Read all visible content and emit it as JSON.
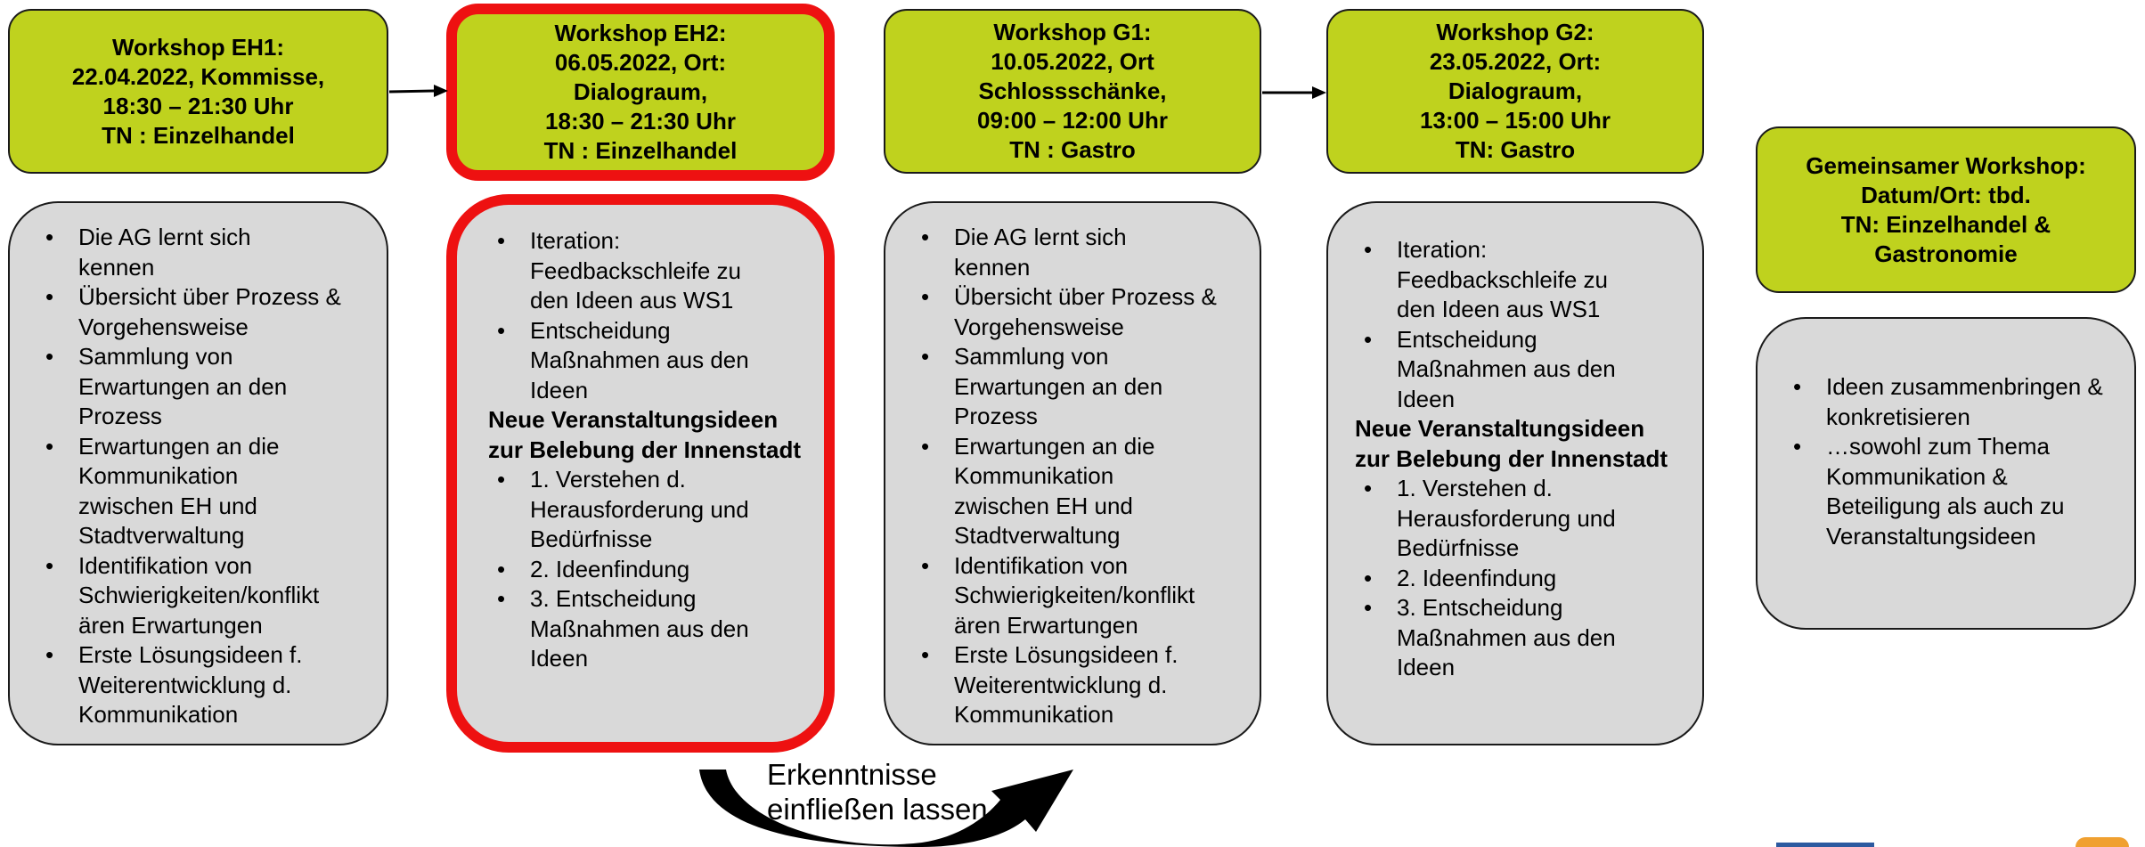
{
  "workshops": [
    {
      "title": "Workshop EH1:\n22.04.2022, Kommisse,\n18:30 – 21:30 Uhr\nTN : Einzelhandel",
      "list1": [
        "Die AG lernt sich kennen",
        "Übersicht über Prozess & Vorgehensweise",
        "Sammlung von Erwartungen an den Prozess",
        "Erwartungen an die Kommunikation zwischen EH und Stadtverwaltung",
        "Identifikation von Schwierigkeiten/konflikt ären Erwartungen",
        "Erste Lösungsideen f. Weiterentwicklung d. Kommunikation"
      ],
      "bold": "",
      "list2": []
    },
    {
      "title": "Workshop EH2:\n06.05.2022, Ort:\nDialograum,\n18:30 – 21:30 Uhr\nTN : Einzelhandel",
      "list1": [
        "Iteration: Feedbackschleife zu den Ideen aus WS1",
        "Entscheidung Maßnahmen aus den Ideen"
      ],
      "bold": "Neue Veranstaltungsideen zur Belebung der Innenstadt",
      "list2": [
        "1. Verstehen d. Herausforderung und Bedürfnisse",
        "2. Ideenfindung",
        "3. Entscheidung Maßnahmen aus den Ideen"
      ]
    },
    {
      "title": "Workshop G1:\n10.05.2022, Ort\nSchlossschänke,\n09:00 – 12:00 Uhr\nTN : Gastro",
      "list1": [
        "Die AG lernt sich kennen",
        "Übersicht über Prozess & Vorgehensweise",
        "Sammlung von Erwartungen an den Prozess",
        "Erwartungen an die Kommunikation zwischen EH und Stadtverwaltung",
        "Identifikation von Schwierigkeiten/konflikt ären Erwartungen",
        "Erste Lösungsideen f. Weiterentwicklung d. Kommunikation"
      ],
      "bold": "",
      "list2": []
    },
    {
      "title": "Workshop G2:\n23.05.2022, Ort:\nDialograum,\n13:00 – 15:00 Uhr\nTN: Gastro",
      "list1": [
        "Iteration: Feedbackschleife zu den Ideen aus WS1",
        "Entscheidung Maßnahmen aus den Ideen"
      ],
      "bold": "Neue Veranstaltungsideen zur Belebung der Innenstadt",
      "list2": [
        "1. Verstehen d. Herausforderung und Bedürfnisse",
        "2. Ideenfindung",
        "3. Entscheidung Maßnahmen aus den Ideen"
      ]
    },
    {
      "title": "Gemeinsamer Workshop:\nDatum/Ort: tbd.\nTN: Einzelhandel &\nGastronomie",
      "list1": [
        "Ideen zusammenbringen & konkretisieren",
        "…sowohl zum Thema Kommunikation & Beteiligung als auch zu Veranstaltungsideen"
      ],
      "bold": "",
      "list2": []
    }
  ],
  "feedback_caption": "Erkenntnisse\neinfließen lassen",
  "colors": {
    "header_fill": "#bfd21e",
    "body_fill": "#d9d9d9",
    "highlight": "#ee1111"
  }
}
